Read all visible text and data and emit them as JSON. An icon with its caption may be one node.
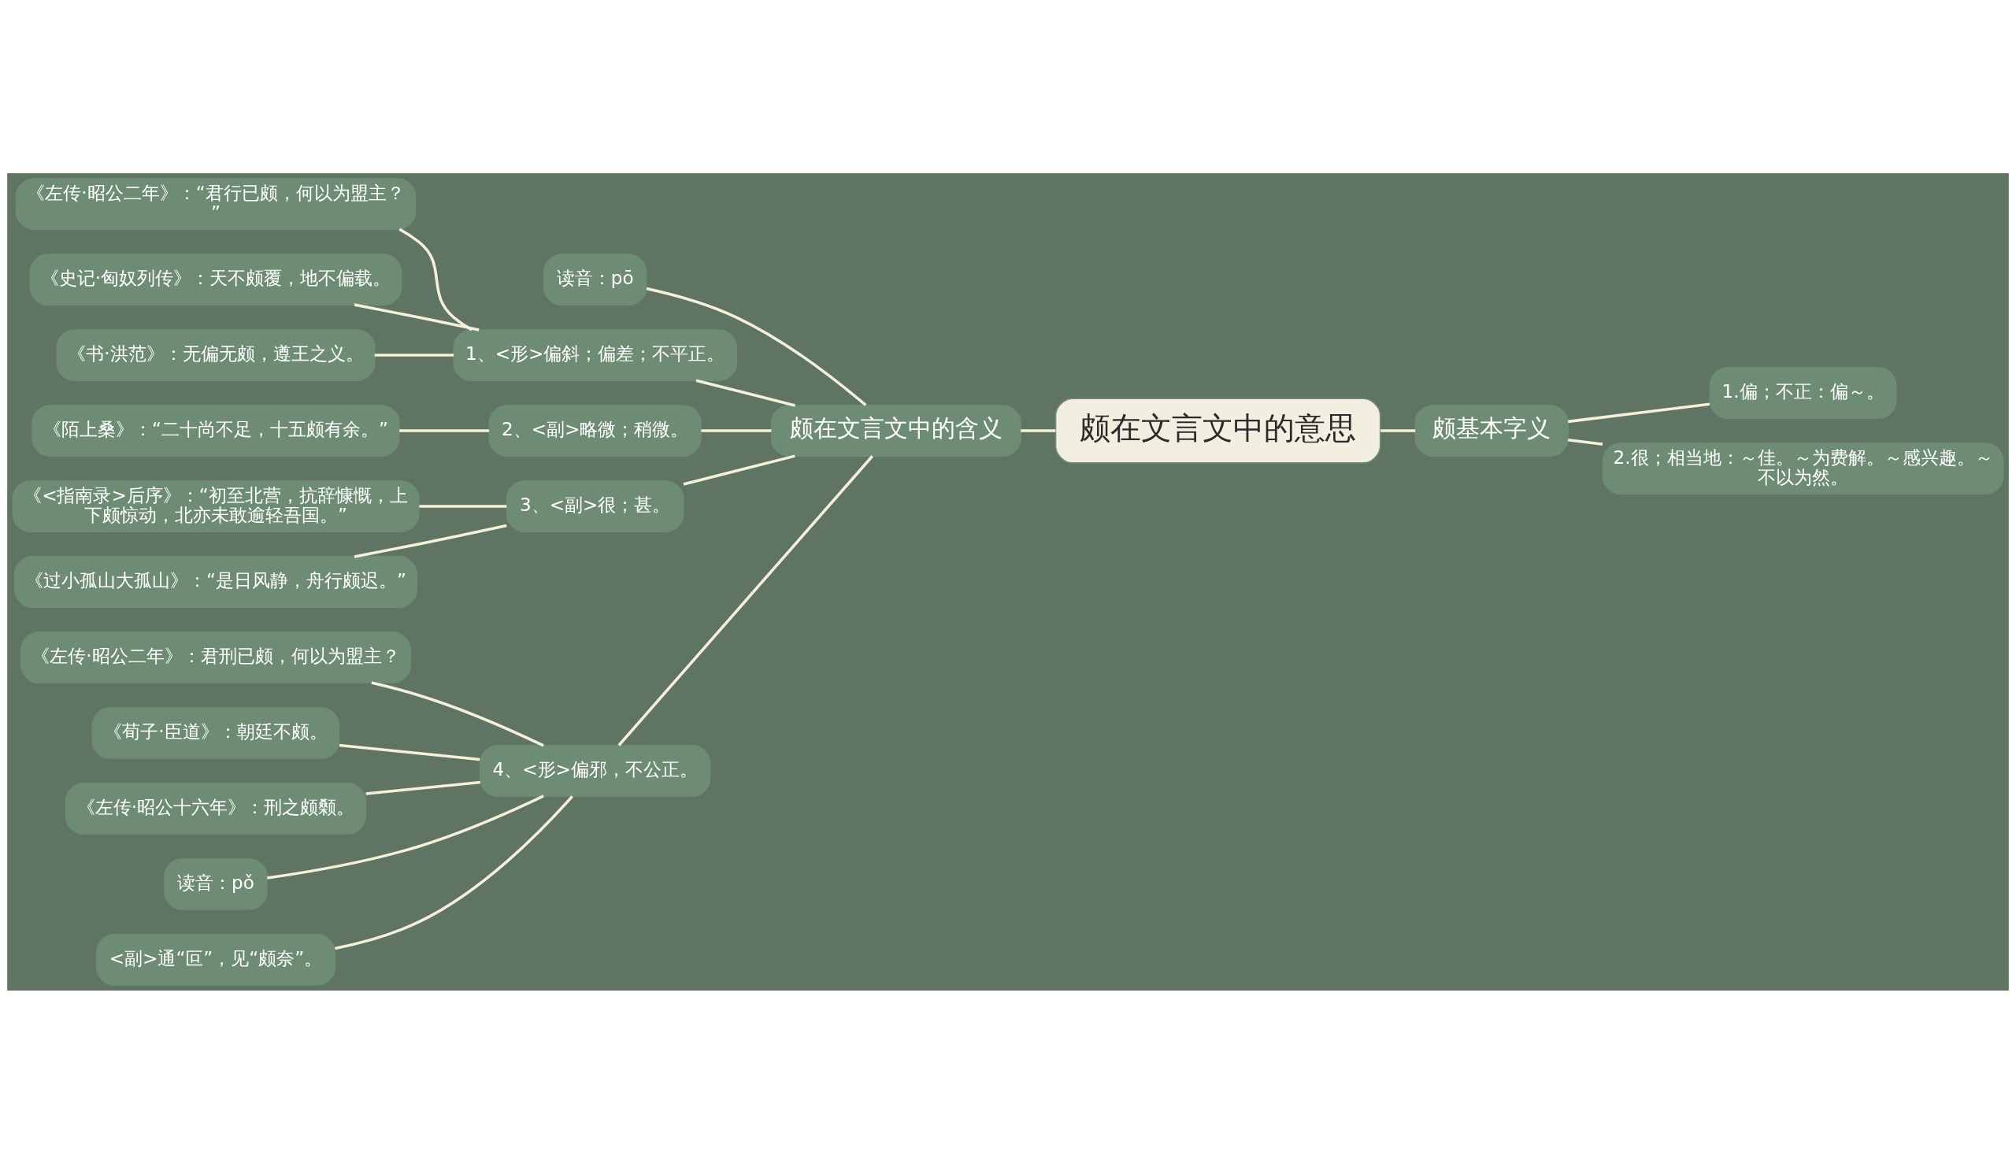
{
  "diagram": {
    "nodes": [
      {
        "text": [
          "颇在文言文中的意思"
        ]
      },
      {
        "text": [
          "颇在文言文中的含义"
        ]
      },
      {
        "text": [
          "读音：pō"
        ]
      },
      {
        "text": [
          "1、<形>偏斜；偏差；不平正。"
        ]
      },
      {
        "text": [
          "《左传·昭公二年》：“君行已颇，何以为盟主？”"
        ]
      },
      {
        "text": [
          "《史记·匈奴列传》：天不颇覆，地不偏载。"
        ]
      },
      {
        "text": [
          "《书·洪范》：无偏无颇，遵王之义。"
        ]
      },
      {
        "text": [
          "2、<副>略微；稍微。"
        ]
      },
      {
        "text": [
          "《陌上桑》：“二十尚不足，十五颇有余。”"
        ]
      },
      {
        "text": [
          "3、<副>很；甚。"
        ]
      },
      {
        "text": [
          "《<指南录>后序》：“初至北营，抗辞慷慨，上下颇惊动，北亦未敢逾轻吾国。”"
        ]
      },
      {
        "text": [
          "《过小孤山大孤山》：“是日风静，舟行颇迟。”"
        ]
      },
      {
        "text": [
          "4、<形>偏邪，不公正。"
        ]
      },
      {
        "text": [
          "《左传·昭公二年》：君刑已颇，何以为盟主？"
        ]
      },
      {
        "text": [
          "《荀子·臣道》：朝廷不颇。"
        ]
      },
      {
        "text": [
          "《左传·昭公十六年》：刑之颇颡。"
        ]
      },
      {
        "text": [
          "读音：pǒ"
        ]
      },
      {
        "text": [
          "<副>通“叵”，见“颇奈”。"
        ]
      },
      {
        "text": [
          "颇基本字义"
        ]
      },
      {
        "text": [
          "1.偏；不正：偏～。"
        ]
      },
      {
        "text": [
          "2.很；相当地：～佳。～为费解。～感兴趣。～不以为然。"
        ]
      }
    ],
    "edges": [
      {
        "from": 1,
        "to": 0,
        "arrow": "none"
      },
      {
        "from": 2,
        "to": 1,
        "arrow": "none"
      },
      {
        "from": 3,
        "to": 1,
        "arrow": "none"
      },
      {
        "from": 4,
        "to": 3,
        "arrow": "none"
      },
      {
        "from": 5,
        "to": 3,
        "arrow": "none"
      },
      {
        "from": 6,
        "to": 3,
        "arrow": "none"
      },
      {
        "from": 7,
        "to": 1,
        "arrow": "none"
      },
      {
        "from": 8,
        "to": 7,
        "arrow": "none"
      },
      {
        "from": 9,
        "to": 1,
        "arrow": "none"
      },
      {
        "from": 10,
        "to": 9,
        "arrow": "none"
      },
      {
        "from": 11,
        "to": 9,
        "arrow": "none"
      },
      {
        "from": 12,
        "to": 1,
        "arrow": "none"
      },
      {
        "from": 13,
        "to": 12,
        "arrow": "none"
      },
      {
        "from": 14,
        "to": 12,
        "arrow": "none"
      },
      {
        "from": 15,
        "to": 12,
        "arrow": "none"
      },
      {
        "from": 16,
        "to": 12,
        "arrow": "none"
      },
      {
        "from": 17,
        "to": 12,
        "arrow": "none"
      },
      {
        "from": 0,
        "to": 18,
        "arrow": "none"
      },
      {
        "from": 18,
        "to": 19,
        "arrow": "none"
      },
      {
        "from": 18,
        "to": 20,
        "arrow": "none"
      }
    ]
  }
}
